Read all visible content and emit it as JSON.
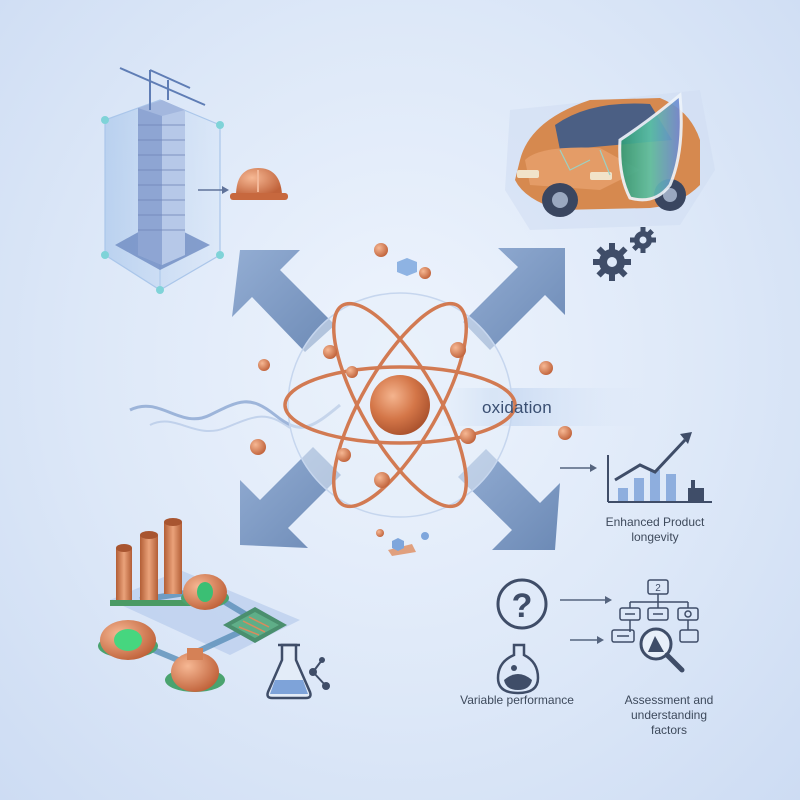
{
  "center": {
    "label": "oxidation",
    "core_color": "#d9774a",
    "orbit_color": "#d7774f"
  },
  "outcomes": {
    "enhanced_longevity": "Enhanced Product\nlongevity",
    "variable_performance": "Variable performance",
    "assessment": "Assessment and understanding\nfactors"
  },
  "flowchart": {
    "top_node": "2"
  },
  "icons": {
    "question": "?"
  },
  "colors": {
    "arrow": "#6f8fbd",
    "copper": "#d07a4c",
    "copper_light": "#e9a47c",
    "green": "#3fc26b",
    "blue_glass": "#8fb3e2",
    "icon_dark": "#3c4a62"
  }
}
